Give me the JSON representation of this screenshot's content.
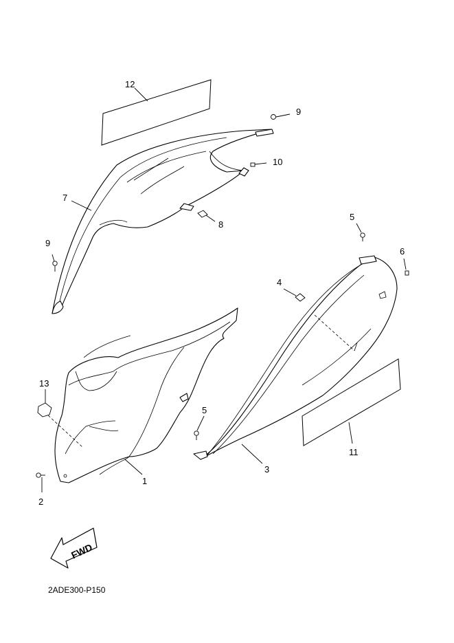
{
  "callouts": {
    "c1": "1",
    "c2": "2",
    "c3": "3",
    "c4": "4",
    "c5a": "5",
    "c5b": "5",
    "c6": "6",
    "c7": "7",
    "c8": "8",
    "c9a": "9",
    "c9b": "9",
    "c10": "10",
    "c11": "11",
    "c12": "12",
    "c13": "13"
  },
  "direction_label": "FWD",
  "diagram_code": "2ADE300-P150"
}
